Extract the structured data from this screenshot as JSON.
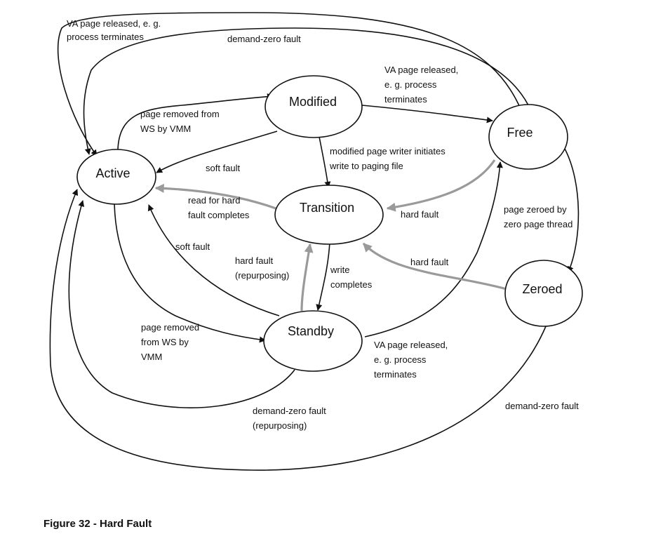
{
  "caption": "Figure 32 - Hard Fault",
  "nodes": {
    "active": "Active",
    "modified": "Modified",
    "free": "Free",
    "transition": "Transition",
    "zeroed": "Zeroed",
    "standby": "Standby"
  },
  "labels": {
    "va_released_top": [
      "VA page released, e. g.",
      "process terminates"
    ],
    "demand_zero_top": [
      "demand-zero fault"
    ],
    "va_released_modified": [
      "VA page released,",
      "e. g. process",
      "terminates"
    ],
    "removed_ws_top": [
      "page removed from",
      "WS by VMM"
    ],
    "soft_fault_modified": [
      "soft fault"
    ],
    "modified_writer": [
      "modified page writer initiates",
      "write to paging file"
    ],
    "read_hard_fault": [
      "read for hard",
      "fault completes"
    ],
    "hard_fault_free": [
      "hard fault"
    ],
    "page_zeroed": [
      "page zeroed by",
      "zero page thread"
    ],
    "soft_fault_standby": [
      "soft fault"
    ],
    "hard_fault_repurposing": [
      "hard fault",
      "(repurposing)"
    ],
    "write_completes": [
      "write",
      "completes"
    ],
    "hard_fault_zeroed": [
      "hard fault"
    ],
    "removed_ws_bottom": [
      "page removed",
      "from WS by",
      "VMM"
    ],
    "va_released_standby": [
      "VA page released,",
      "e. g. process",
      "terminates"
    ],
    "demand_zero_repurposing": [
      "demand-zero fault",
      "(repurposing)"
    ],
    "demand_zero_zeroed": [
      "demand-zero fault"
    ]
  }
}
